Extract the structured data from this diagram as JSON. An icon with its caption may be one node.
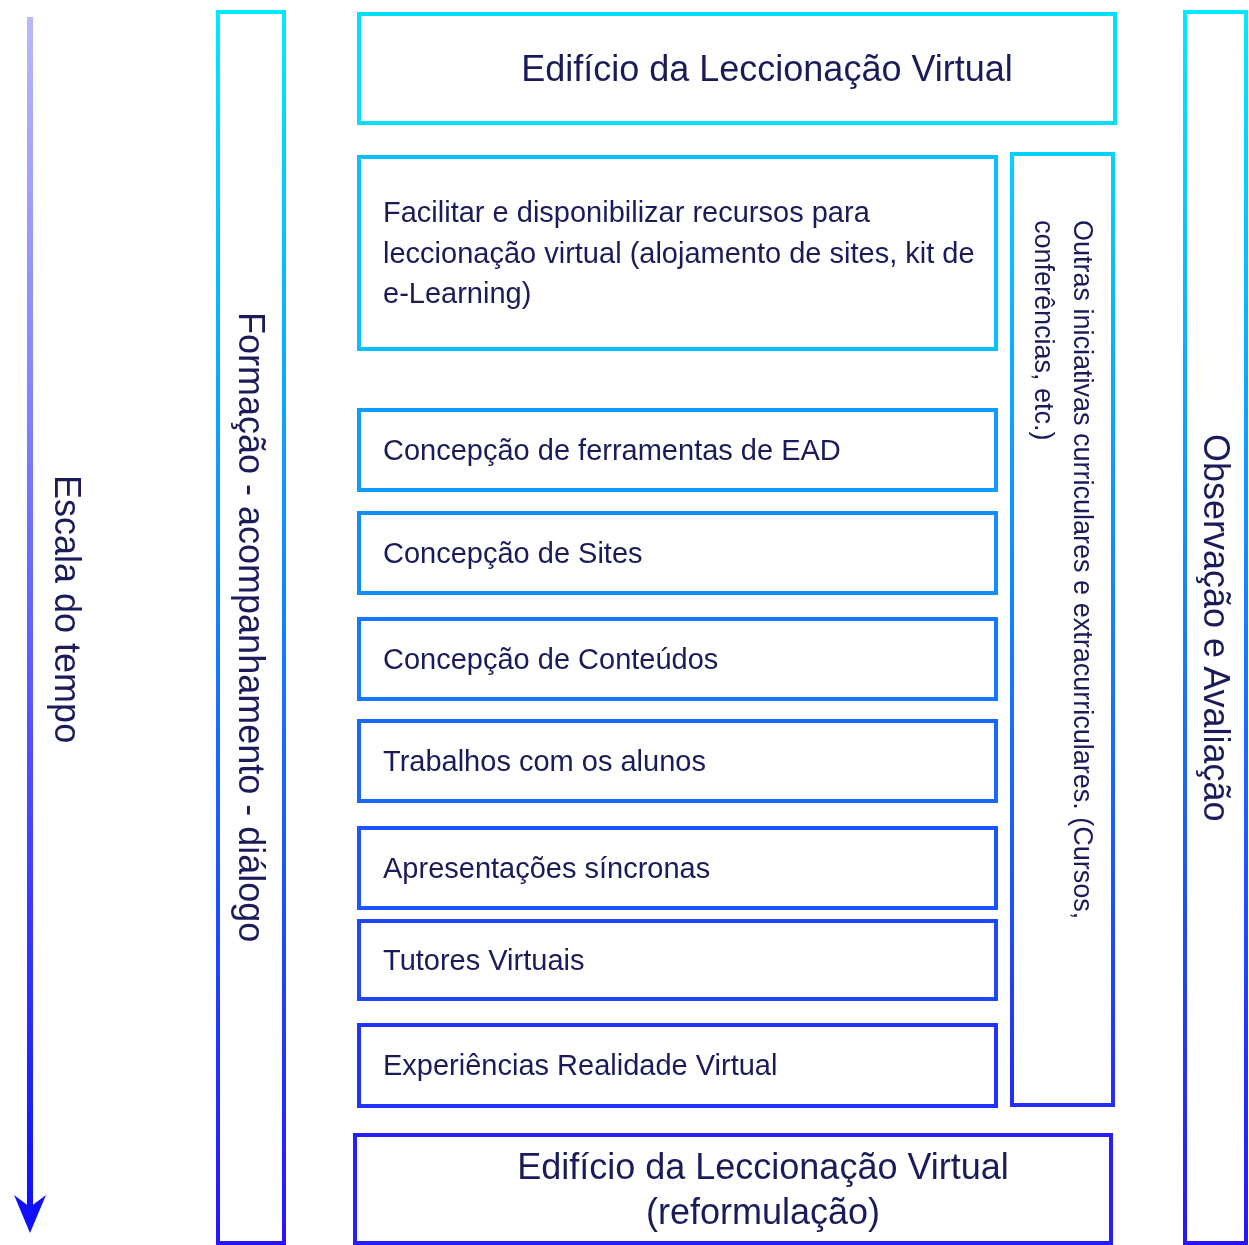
{
  "diagram": {
    "nodes": [
      {
        "text": [
          "Formação - acompanhamento - diálogo"
        ]
      },
      {
        "text": [
          "Edifício da Leccionação Virtual"
        ]
      },
      {
        "text": [
          "Facilitar e disponibilizar recursos para leccionação virtual (alojamento de sites, kit de e-Learning)"
        ]
      },
      {
        "text": [
          "Concepção de ferramentas de EAD"
        ]
      },
      {
        "text": [
          "Concepção de Sites"
        ]
      },
      {
        "text": [
          "Concepção de Conteúdos"
        ]
      },
      {
        "text": [
          "Trabalhos com os alunos"
        ]
      },
      {
        "text": [
          "Apresentações síncronas"
        ]
      },
      {
        "text": [
          "Tutores Virtuais"
        ]
      },
      {
        "text": [
          "Experiências Realidade Virtual"
        ]
      },
      {
        "text": [
          "Outras iniciativas curriculares e extracurriculares. (Cursos, conferências, etc.)"
        ]
      },
      {
        "text": [
          "Edifício da Leccionação Virtual (reformulação)"
        ]
      },
      {
        "text": [
          "Observação e Avaliação"
        ]
      }
    ],
    "labels": [
      "Escala do tempo"
    ]
  }
}
